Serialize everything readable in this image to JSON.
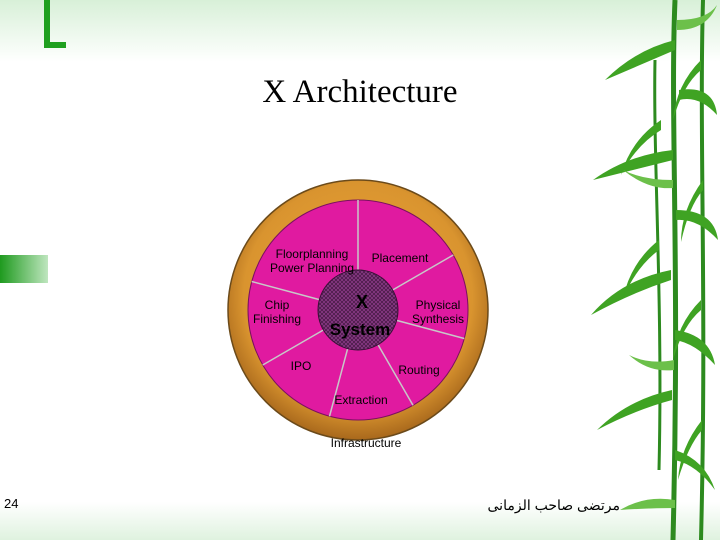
{
  "slide": {
    "title": "X Architecture",
    "page_number": "24",
    "author": "مرتضى صاحب الزمانى"
  },
  "diagram": {
    "core": {
      "line1": "X",
      "line2": "System"
    },
    "segments": [
      {
        "line1": "Floorplanning",
        "line2": "Power Planning"
      },
      {
        "line1": "Placement",
        "line2": ""
      },
      {
        "line1": "Physical",
        "line2": "Synthesis"
      },
      {
        "line1": "Routing",
        "line2": ""
      },
      {
        "line1": "Extraction",
        "line2": ""
      },
      {
        "line1": "IPO",
        "line2": ""
      },
      {
        "line1": "Chip",
        "line2": "Finishing"
      }
    ],
    "outer_ring_label": "Infrastructure",
    "colors": {
      "outer_ring": "#d9942f",
      "segments": "#e01aa0",
      "core": "#7a2878",
      "separator": "#c8c8c8"
    }
  }
}
